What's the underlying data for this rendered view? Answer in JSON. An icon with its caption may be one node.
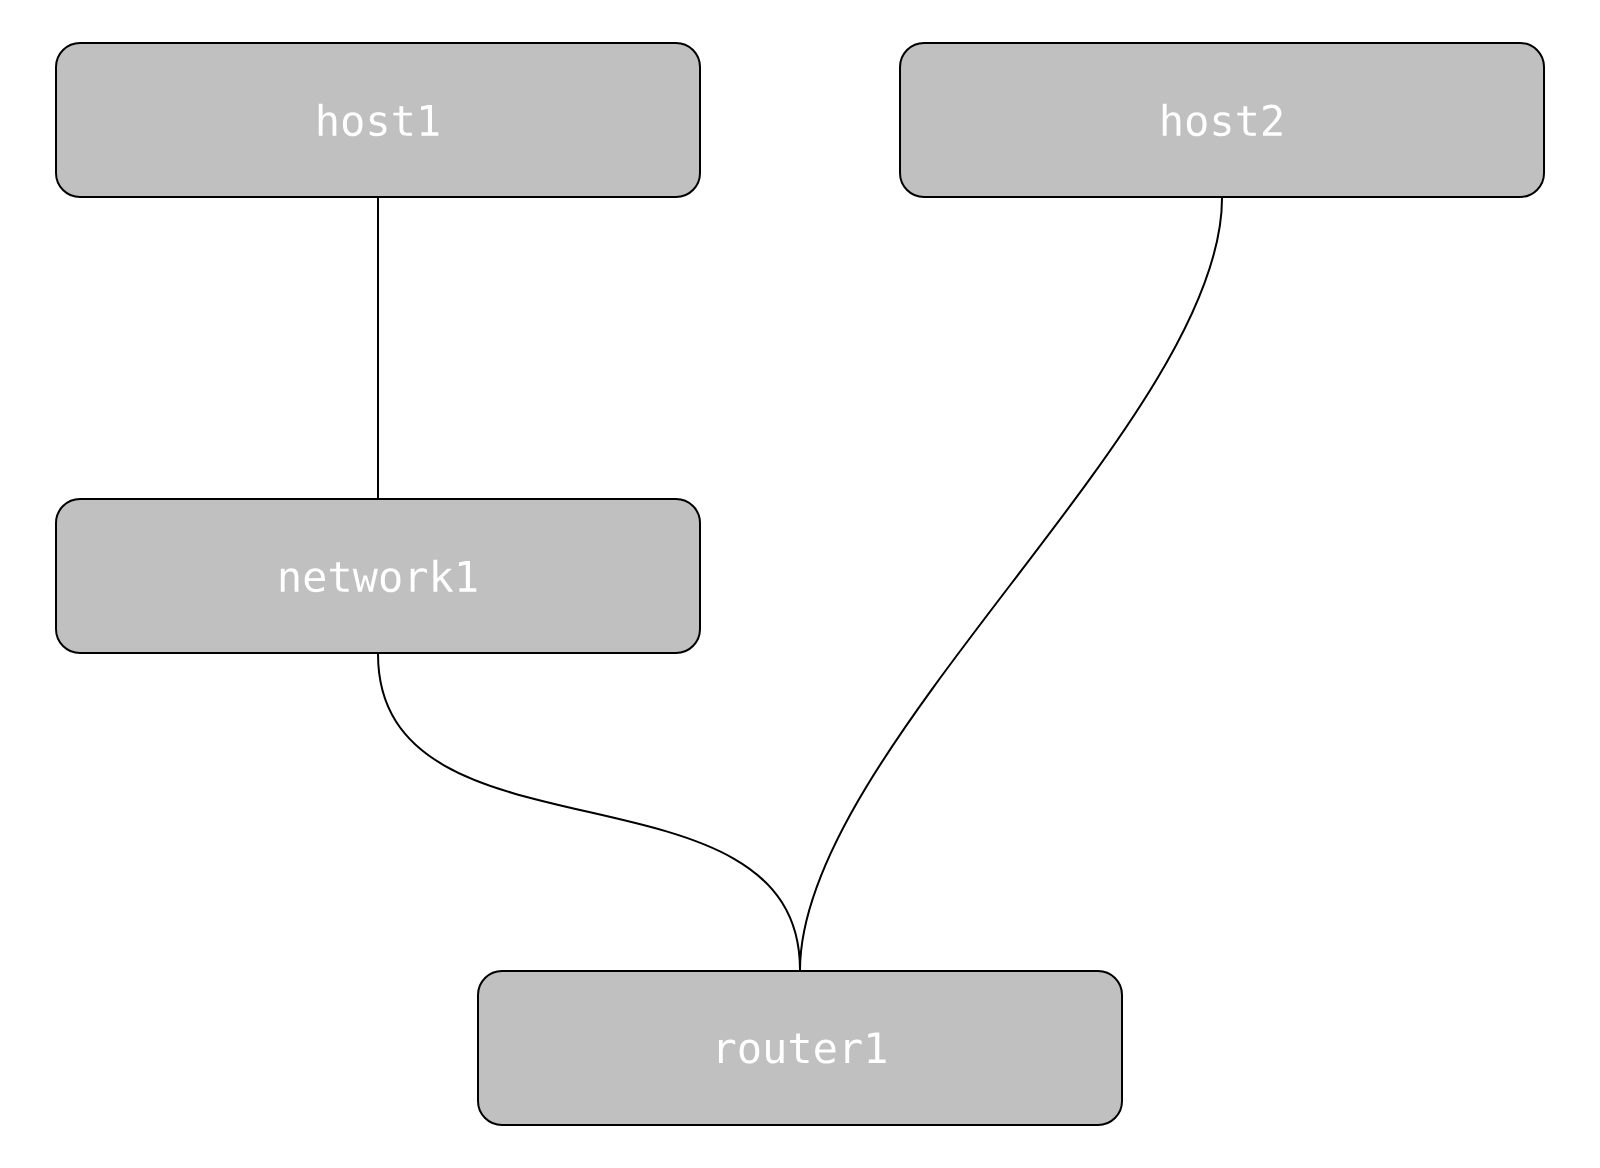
{
  "diagram": {
    "nodes": [
      {
        "text": [
          "host1"
        ]
      },
      {
        "text": [
          "host2"
        ]
      },
      {
        "text": [
          "network1"
        ]
      },
      {
        "text": [
          "router1"
        ]
      }
    ],
    "edges": [
      {
        "from": 0,
        "to": 2,
        "arrow": "none"
      },
      {
        "from": 2,
        "to": 3,
        "arrow": "none"
      },
      {
        "from": 1,
        "to": 3,
        "arrow": "none"
      }
    ]
  }
}
